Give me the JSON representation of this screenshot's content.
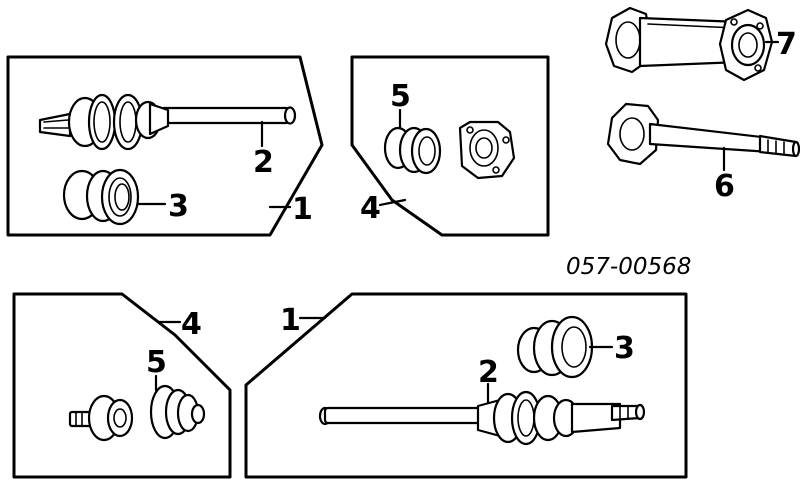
{
  "diagram": {
    "part_number": "057-00568",
    "callouts": {
      "c1a": "1",
      "c2a": "2",
      "c3a": "3",
      "c4a": "4",
      "c5a": "5",
      "c6": "6",
      "c7": "7",
      "c4b": "4",
      "c5b": "5",
      "c1b": "1",
      "c2b": "2",
      "c3b": "3"
    }
  }
}
